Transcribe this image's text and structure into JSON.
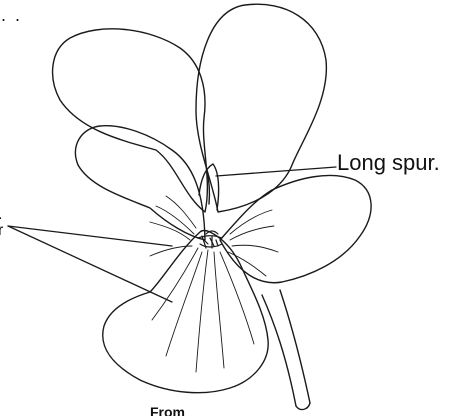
{
  "diagram": {
    "labels": {
      "spur": "Long spur.",
      "top_dots": ". .",
      "left_fragment_a": ".",
      "left_fragment_b": "r",
      "bottom_fragment": "From"
    },
    "colors": {
      "line": "#1a1a1a",
      "background": "#ffffff"
    }
  }
}
